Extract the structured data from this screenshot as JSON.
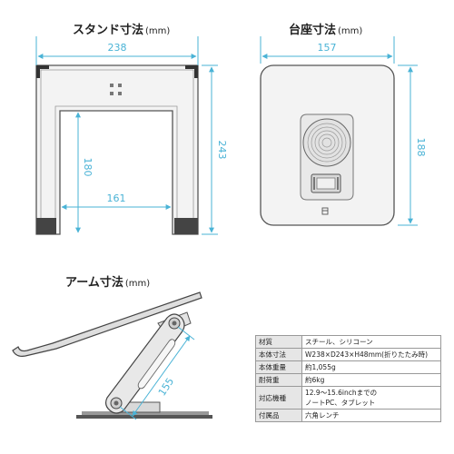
{
  "titles": {
    "stand": {
      "text": "スタンド寸法",
      "unit": "(mm)"
    },
    "base": {
      "text": "台座寸法",
      "unit": "(mm)"
    },
    "arm": {
      "text": "アーム寸法",
      "unit": "(mm)"
    }
  },
  "dimensions": {
    "stand_width": "238",
    "stand_depth": "243",
    "stand_inner_height": "180",
    "stand_inner_width": "161",
    "base_width": "157",
    "base_depth": "188",
    "arm_length": "155"
  },
  "spec_table": [
    {
      "label": "材質",
      "value": "スチール、シリコーン"
    },
    {
      "label": "本体寸法",
      "value": "W238×D243×H48mm(折りたたみ時)"
    },
    {
      "label": "本体重量",
      "value": "約1,055g"
    },
    {
      "label": "耐荷重",
      "value": "約6kg"
    },
    {
      "label": "対応機種",
      "value": "12.9～15.6inchまでの",
      "value2": "ノートPC、タブレット"
    },
    {
      "label": "付属品",
      "value": "六角レンチ"
    }
  ],
  "colors": {
    "dimension": "#4ab3d6",
    "outline": "#555555",
    "fill": "#f2f2f2"
  }
}
